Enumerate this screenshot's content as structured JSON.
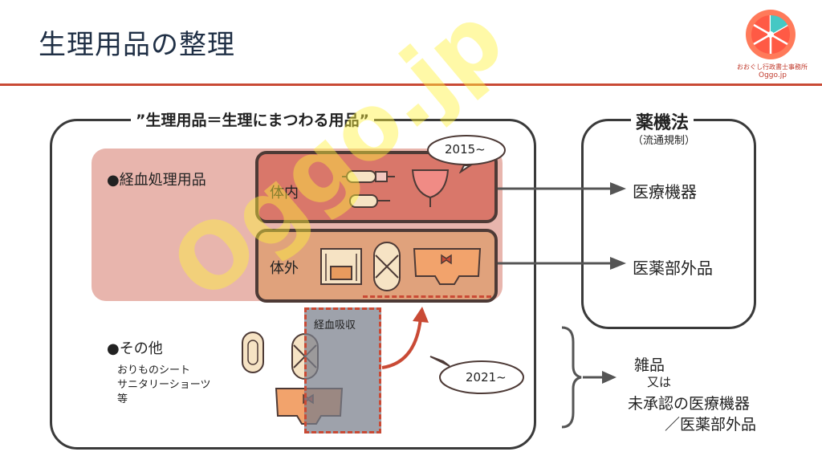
{
  "slide": {
    "title": "生理用品の整理",
    "logo": {
      "line1": "おおぐし行政書士事務所",
      "line2": "Oggo.jp"
    },
    "watermark": "Oggo.jp"
  },
  "groups": {
    "left_frame_label": "”生理用品＝生理にまつわる用品”",
    "right_frame_label": "薬機法",
    "right_frame_sublabel": "（流通規制）"
  },
  "categories": {
    "menstrual": "●経血処理用品",
    "internal": "体内",
    "external": "体外",
    "other": "●その他",
    "other_items": [
      "おりものシート",
      "サニタリーショーツ",
      "等"
    ],
    "absorb": "経血吸収"
  },
  "callouts": {
    "c2015": "2015~",
    "c2021": "2021~"
  },
  "outcomes": {
    "device": "医療機器",
    "quasi": "医薬部外品",
    "misc_lines": [
      "雑品",
      "又は",
      "未承認の医療機器",
      "／医薬部外品"
    ]
  },
  "colors": {
    "title": "#1f2f45",
    "accent": "#c94a35",
    "pink_light": "#e8b5ad",
    "internal_fill": "#d9776a",
    "external_fill": "#e0a27c",
    "absorb_fill": "#9aa0aa"
  },
  "icons": [
    "tampon-icon",
    "menstrual-cup-icon",
    "pad-icon",
    "folded-pad-icon",
    "period-shorts-icon",
    "panty-liner-icon",
    "orange-logo-icon"
  ]
}
